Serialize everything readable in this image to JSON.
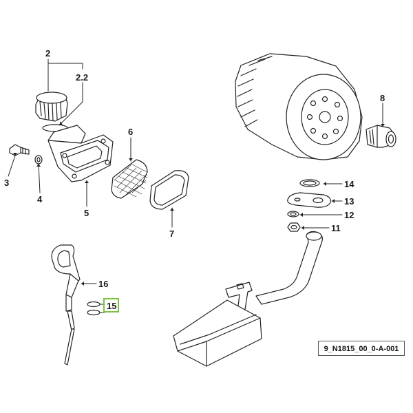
{
  "callouts": {
    "c2": "2",
    "c2_2": "2.2",
    "c3": "3",
    "c4": "4",
    "c5": "5",
    "c6": "6",
    "c7": "7",
    "c8": "8",
    "c11": "11",
    "c12": "12",
    "c13": "13",
    "c14": "14",
    "c15": "15",
    "c16": "16"
  },
  "reference_code": "9_N1815_00_0-A-001",
  "highlight_color": "#7ec242"
}
